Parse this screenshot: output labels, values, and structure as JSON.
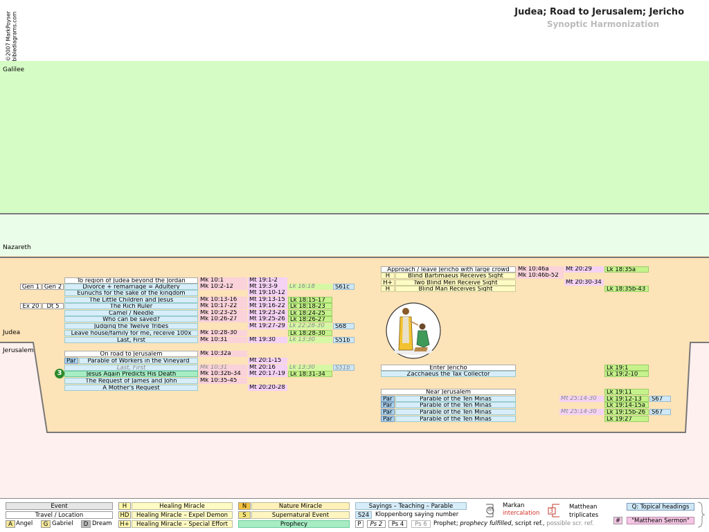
{
  "credit": {
    "line1": "©2007 MarkPoyser",
    "line2": "biblediagrams.com"
  },
  "header": {
    "title": "Judea; Road to Jerusalem; Jericho",
    "subtitle": "Synoptic Harmonization"
  },
  "regions": {
    "galilee": "Galilee",
    "nazareth": "Nazareth",
    "judea": "Judea",
    "jerusalem": "Jerusalem"
  },
  "group1": [
    {
      "ot1": "",
      "ot2": "",
      "tag": "",
      "event": "To region of Judea beyond the Jordan",
      "mk": "Mk 10:1",
      "mt": "Mt 19:1-2",
      "lk": "",
      "s": ""
    },
    {
      "ot1": "Gen 1",
      "ot2": "Gen 2",
      "tag": "",
      "event": "Divorce + remarriage = Adultery",
      "mk": "Mk 10:2-12",
      "mt": "Mt 19:3-9",
      "lk": "Lk 16:18",
      "s": "S61c"
    },
    {
      "ot1": "",
      "ot2": "",
      "tag": "",
      "event": "Eunuchs for the sake of the kingdom",
      "mk": "",
      "mt": "Mt 19:10-12",
      "lk": "",
      "s": ""
    },
    {
      "ot1": "",
      "ot2": "",
      "tag": "",
      "event": "The Little Children and Jesus",
      "mk": "Mk 10:13-16",
      "mt": "Mt 19:13-15",
      "lk": "Lk 18:15-17",
      "s": ""
    },
    {
      "ot1": "Ex 20",
      "ot2": "Dt 5",
      "tag": "",
      "event": "The Rich Ruler",
      "mk": "Mk 10:17-22",
      "mt": "Mt 19:16-22",
      "lk": "Lk 18:18-23",
      "s": ""
    },
    {
      "ot1": "",
      "ot2": "",
      "tag": "",
      "event": "Camel / Needle",
      "mk": "Mk 10:23-25",
      "mt": "Mt 19:23-24",
      "lk": "Lk 18:24-25",
      "s": ""
    },
    {
      "ot1": "",
      "ot2": "",
      "tag": "",
      "event": "Who can be saved?",
      "mk": "Mk 10:26-27",
      "mt": "Mt 19:25-26",
      "lk": "Lk 18:26-27",
      "s": ""
    },
    {
      "ot1": "",
      "ot2": "",
      "tag": "",
      "event": "Judging the Twelve Tribes",
      "mk": "",
      "mt": "Mt 19:27-29",
      "lk": "Lk 22:28-30",
      "s": "S68"
    },
    {
      "ot1": "",
      "ot2": "",
      "tag": "",
      "event": "Leave house/family for me, receive 100x",
      "mk": "Mk 10:28-30",
      "mt": "",
      "lk": "Lk 18:28-30",
      "s": ""
    },
    {
      "ot1": "",
      "ot2": "",
      "tag": "",
      "event": "Last, First",
      "mk": "Mk 10:31",
      "mt": "Mt 19:30",
      "lk": "Lk 13:30",
      "s": "S51b"
    }
  ],
  "group2": [
    {
      "tag": "",
      "event": "On road to Jerusalem",
      "mk": "Mk 10:32a",
      "mt": "",
      "lk": "",
      "s": ""
    },
    {
      "tag": "Par",
      "event": "Parable of Workers in the Vineyard",
      "mk": "",
      "mt": "Mt 20:1-15",
      "lk": "",
      "s": ""
    },
    {
      "tag": "",
      "event": "Last, First",
      "mk": "Mk 10:31",
      "mt": "Mt 20:16",
      "lk": "Lk 13:30",
      "s": "S51b"
    },
    {
      "tag": "",
      "event": "Jesus Again Predicts His Death",
      "mk": "Mk 10:32b-34",
      "mt": "Mt 20:17-19",
      "lk": "Lk 18:31-34",
      "s": "",
      "badge": "3"
    },
    {
      "tag": "",
      "event": "The Request of James and John",
      "mk": "Mk 10:35-45",
      "mt": "",
      "lk": "",
      "s": ""
    },
    {
      "tag": "",
      "event": "A Mother's Request",
      "mk": "",
      "mt": "Mt 20:20-28",
      "lk": "",
      "s": ""
    }
  ],
  "group3": [
    {
      "tag": "",
      "event": "Approach / leave Jericho with large crowd",
      "mk": "Mk 10:46a",
      "mt": "Mt 20:29",
      "lk": "Lk 18:35a"
    },
    {
      "tag": "H",
      "event": "Blind Bartimaeus Receives Sight",
      "mk": "Mk 10:46b-52",
      "mt": "",
      "lk": ""
    },
    {
      "tag": "H+",
      "event": "Two Blind Men Receive Sight",
      "mk": "",
      "mt": "Mt 20:30-34",
      "lk": ""
    },
    {
      "tag": "H",
      "event": "Blind Man Receives Sight",
      "mk": "",
      "mt": "",
      "lk": "Lk 18:35b-43"
    }
  ],
  "group4": [
    {
      "event": "Enter Jericho",
      "lk": "Lk 19:1"
    },
    {
      "event": "Zacchaeus the Tax Collector",
      "lk": "Lk 19:2-10"
    }
  ],
  "group5": [
    {
      "tag": "",
      "event": "Near Jerusalem",
      "mt": "",
      "lk": "Lk 19:11",
      "s": ""
    },
    {
      "tag": "Par",
      "event": "Parable of the Ten Minas",
      "mt": "Mt 25:14-30",
      "lk": "Lk 19:12-13",
      "s": "S67"
    },
    {
      "tag": "Par",
      "event": "Parable of the Ten Minas",
      "mt": "",
      "lk": "Lk 19:14-15a",
      "s": ""
    },
    {
      "tag": "Par",
      "event": "Parable of the Ten Minas",
      "mt": "Mt 25:14-30",
      "lk": "Lk 19:15b-26",
      "s": "S67"
    },
    {
      "tag": "Par",
      "event": "Parable of the Ten Minas",
      "mt": "",
      "lk": "Lk 19:27",
      "s": ""
    }
  ],
  "legend": {
    "event": "Event",
    "travel": "Travel / Location",
    "angel_key": "A",
    "angel": "Angel",
    "gabriel_key": "G",
    "gabriel": "Gabriel",
    "dream_key": "D",
    "dream": "Dream",
    "h_key": "H",
    "h": "Healing Miracle",
    "hd_key": "HD",
    "hd": "Healing Miracle – Expel Demon",
    "hp_key": "H+",
    "hp": "Healing Miracle – Special Effort",
    "n_key": "N",
    "n": "Nature Miracle",
    "s_key": "S",
    "s": "Supernatural Event",
    "prophecy": "Prophecy",
    "sayings": "Sayings – Teaching – Parable",
    "s24_key": "S24",
    "s24": "Kloppenborg saying number",
    "p_key": "P",
    "ps2": "Ps 2",
    "ps4": "Ps 4",
    "ps6": "Ps 6",
    "prophet_text": "Prophet;",
    "prophecy_fulfilled": "prophecy fulfilled",
    "script_ref": ", script ref.,",
    "possible_ref": "possible scr. ref.",
    "markan_1": "Markan",
    "markan_2": "intercalation",
    "markan_icon": "m",
    "matthean_1": "Matthean",
    "matthean_2": "triplicates",
    "matthean_icon": "3",
    "topical": "Q: Topical headings",
    "sermon_key": "#",
    "sermon": "\"Matthean Sermon\""
  }
}
